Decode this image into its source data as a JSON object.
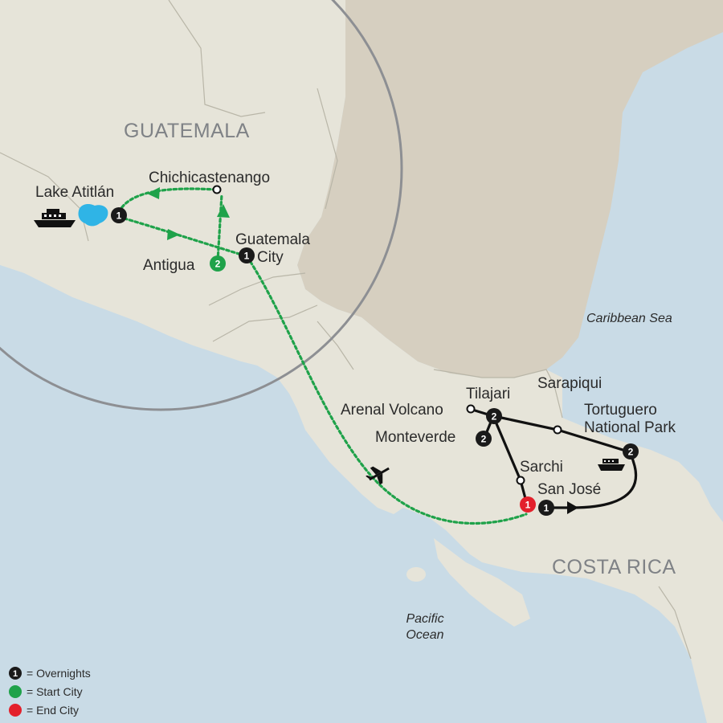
{
  "countries": {
    "guatemala": "GUATEMALA",
    "costa_rica": "COSTA RICA"
  },
  "water": {
    "caribbean_sea": "Caribbean Sea",
    "pacific_line1": "Pacific",
    "pacific_line2": "Ocean"
  },
  "cities": {
    "lake_atitlan": "Lake Atitlán",
    "chichicastenango": "Chichicastenango",
    "antigua": "Antigua",
    "guatemala_city_line1": "Guatemala",
    "guatemala_city_line2": "City",
    "arenal_volcano": "Arenal Volcano",
    "tilajari": "Tilajari",
    "monteverde": "Monteverde",
    "sarapiqui": "Sarapiqui",
    "tortuguero_line1": "Tortuguero",
    "tortuguero_line2": "National Park",
    "sarchi": "Sarchi",
    "san_jose": "San José"
  },
  "overnights": {
    "lake_atitlan": "1",
    "antigua": "2",
    "guatemala_city": "1",
    "tilajari": "2",
    "monteverde": "2",
    "tortuguero": "2",
    "san_jose_end": "1",
    "san_jose": "1"
  },
  "legend": {
    "overnights_num": "1",
    "overnights": "= Overnights",
    "start_city": "= Start City",
    "end_city": "= End City"
  },
  "colors": {
    "overnight": "#1a1a1a",
    "start_city": "#1fa24a",
    "end_city": "#e3202b",
    "route_green": "#1fa24a",
    "route_black": "#111111",
    "lake": "#2fb4e6"
  },
  "icons": {
    "boat": "boat-icon",
    "plane": "plane-icon"
  }
}
